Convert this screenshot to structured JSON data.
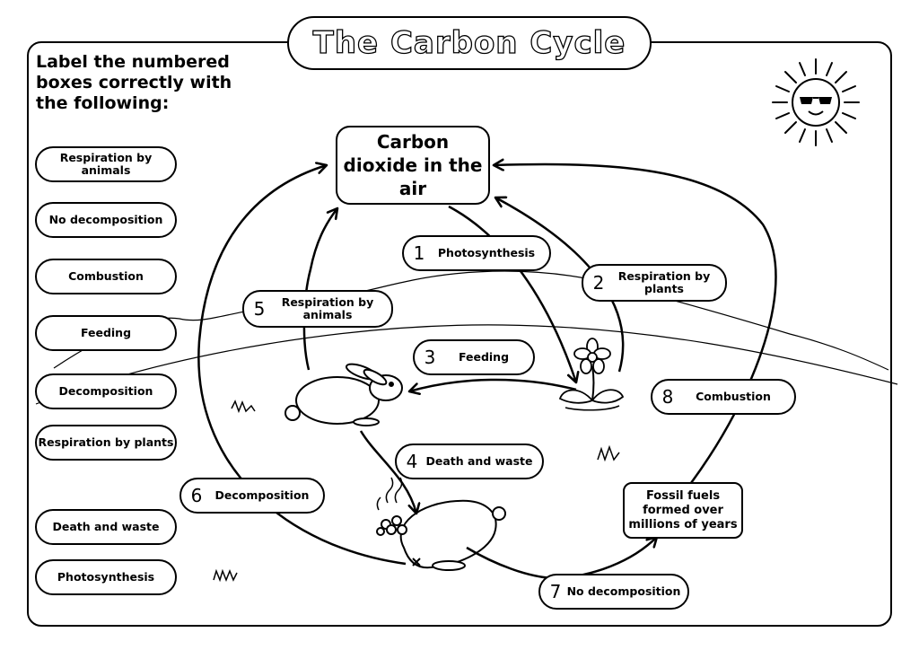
{
  "title": "The Carbon Cycle",
  "instructions": "Label the numbered boxes correctly with the following:",
  "word_bank": [
    "Respiration by animals",
    "No decomposition",
    "Combustion",
    "Feeding",
    "Decomposition",
    "Respiration by plants",
    "Death and waste",
    "Photosynthesis"
  ],
  "carbon_dioxide_box": "Carbon dioxide in the air",
  "fossil_fuels_box": "Fossil fuels formed over millions of years",
  "numbered_labels": [
    {
      "num": "1",
      "text": "Photosynthesis"
    },
    {
      "num": "2",
      "text": "Respiration by plants"
    },
    {
      "num": "3",
      "text": "Feeding"
    },
    {
      "num": "4",
      "text": "Death and waste"
    },
    {
      "num": "5",
      "text": "Respiration by animals"
    },
    {
      "num": "6",
      "text": "Decomposition"
    },
    {
      "num": "7",
      "text": "No decomposition"
    },
    {
      "num": "8",
      "text": "Combustion"
    }
  ]
}
